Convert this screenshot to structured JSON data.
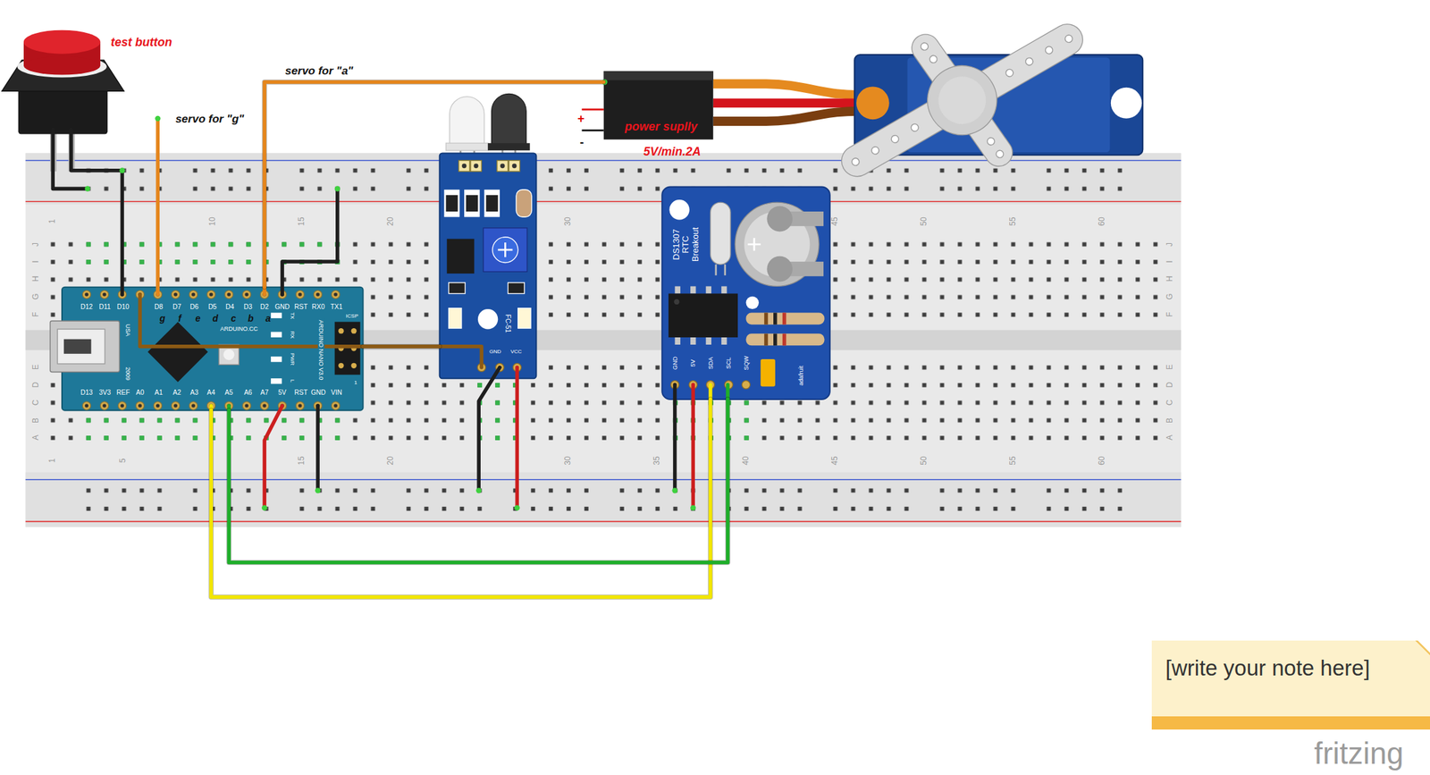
{
  "diagram": {
    "nodes": [
      {
        "text": [
          "D12",
          "D11",
          "D10",
          "D8",
          "D7",
          "D6",
          "D5",
          "D4",
          "D3",
          "D2",
          "GND",
          "RST",
          "RX0",
          "TX1",
          "D13",
          "3V3",
          "REF",
          "A0",
          "A1",
          "A2",
          "A3",
          "A4",
          "A5",
          "A6",
          "A7",
          "5V",
          "RST",
          "GND",
          "VIN",
          "g",
          "f",
          "e",
          "d",
          "c",
          "b",
          "a",
          "ARDUINO.CC",
          "ARDUINO NANO V3.0",
          "USA",
          "2009",
          "TX",
          "RX",
          "PWR",
          "L",
          "ICSP",
          "1"
        ]
      },
      {
        "text": [
          "FC-51",
          "GND",
          "VCC"
        ]
      },
      {
        "text": [
          "power suplly",
          "5V/min.2A"
        ]
      },
      {
        "text": [
          "DS1307 RTC Breakout",
          "GND",
          "5V",
          "SDA",
          "SCL",
          "SQW",
          "adafruit"
        ]
      },
      {
        "text": [
          "[write your note here]"
        ]
      }
    ],
    "edges": [
      {
        "from": 0,
        "to": 2,
        "arrow": "none"
      },
      {
        "from": 0,
        "to": 1,
        "arrow": "none"
      },
      {
        "from": 0,
        "to": 3,
        "arrow": "none"
      },
      {
        "from": 0,
        "to": 3,
        "arrow": "none"
      }
    ],
    "labels": [
      "test button",
      "servo for \"g\"",
      "servo for \"a\"",
      "+",
      "-",
      "1",
      "10",
      "15",
      "20",
      "30",
      "45",
      "50",
      "55",
      "60",
      "1",
      "5",
      "15",
      "20",
      "30",
      "35",
      "40",
      "45",
      "50",
      "55",
      "60",
      "J",
      "I",
      "H",
      "G",
      "F",
      "E",
      "D",
      "C",
      "B",
      "A",
      "J",
      "I",
      "H",
      "G",
      "F",
      "E",
      "D",
      "C",
      "B",
      "A",
      "fritzing"
    ]
  }
}
